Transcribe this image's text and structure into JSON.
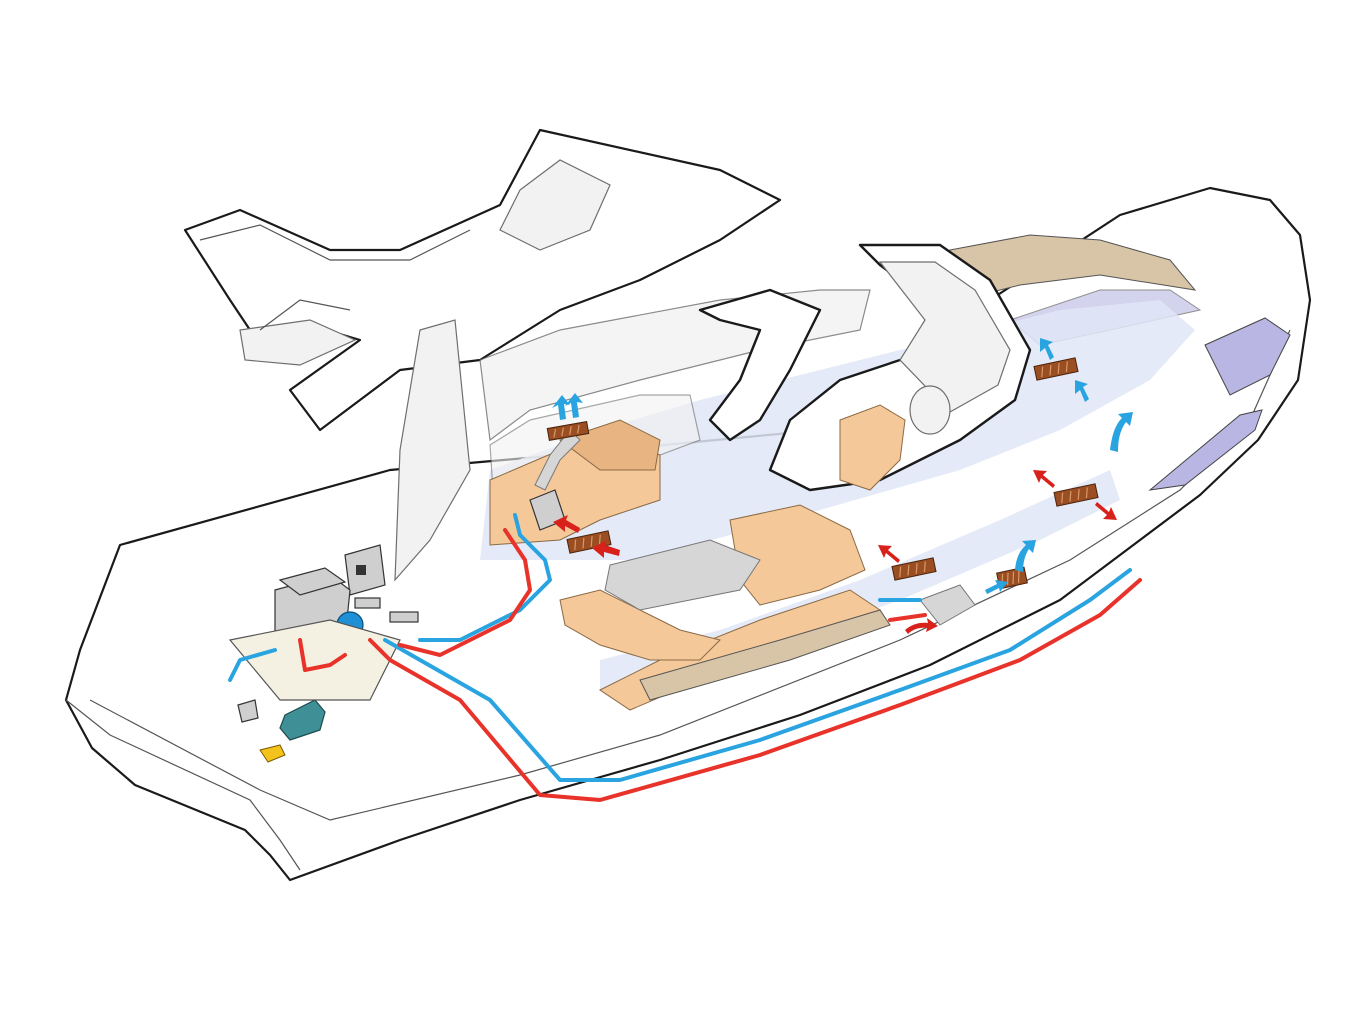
{
  "diagram": {
    "colors": {
      "hot_line": "#e8322a",
      "cold_line": "#2aa4e0",
      "vent": "#9a4e22",
      "upholstery": "#f5c89a",
      "floor": "#dfe6f6",
      "deck_wood": "#d8c4a6",
      "hull_accent": "#b9b6e4"
    },
    "components": [
      {
        "id": "hull",
        "icon": "boat-hull"
      },
      {
        "id": "flybridge",
        "icon": "flybridge-deck"
      },
      {
        "id": "windshield",
        "icon": "windshield-frame"
      },
      {
        "id": "air-handler",
        "icon": "air-handler-unit"
      },
      {
        "id": "chiller",
        "icon": "chiller-unit"
      },
      {
        "id": "expansion-tank",
        "icon": "expansion-tank"
      },
      {
        "id": "circulation-pump",
        "icon": "pump-motor"
      },
      {
        "id": "seawater-pump",
        "icon": "pump-motor"
      },
      {
        "id": "strainer",
        "icon": "strainer"
      },
      {
        "id": "seacock",
        "icon": "valve"
      },
      {
        "id": "control-panel",
        "icon": "electrical-panel"
      },
      {
        "id": "fan-coil-forward",
        "icon": "fan-coil-unit"
      }
    ],
    "vents": [
      {
        "id": "vent-saloon-top",
        "flow": "supply"
      },
      {
        "id": "vent-saloon-left",
        "flow": "return"
      },
      {
        "id": "vent-midship",
        "flow": "return"
      },
      {
        "id": "vent-cabin",
        "flow": "return"
      },
      {
        "id": "vent-bow-top",
        "flow": "supply"
      },
      {
        "id": "vent-bow",
        "flow": "return"
      }
    ]
  }
}
